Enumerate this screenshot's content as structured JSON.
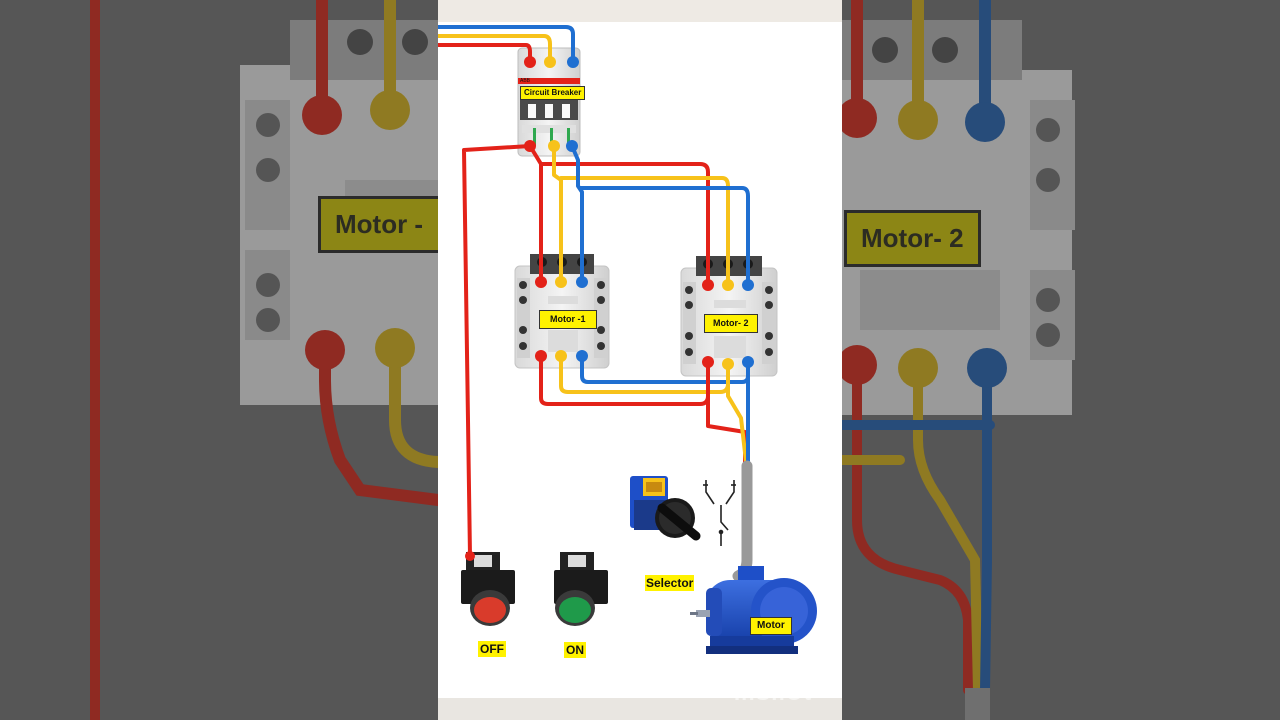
{
  "labels": {
    "circuit_breaker": "Circuit Breaker",
    "motor_1": "Motor -1",
    "motor_2": "Motor- 2",
    "selector": "Selector",
    "motor": "Motor",
    "off": "OFF",
    "on": "ON",
    "brand": "ABB"
  },
  "background": {
    "left_label": "Motor -",
    "right_label": "Motor- 2"
  },
  "watermark": "InShOt",
  "colors": {
    "wire_red": "#e32219",
    "wire_yellow": "#f7c21a",
    "wire_blue": "#1f6fd1",
    "label_yellow": "#fff200",
    "motor_blue": "#1e4fc8",
    "button_red": "#d93b2b",
    "button_green": "#1f9a4a"
  }
}
